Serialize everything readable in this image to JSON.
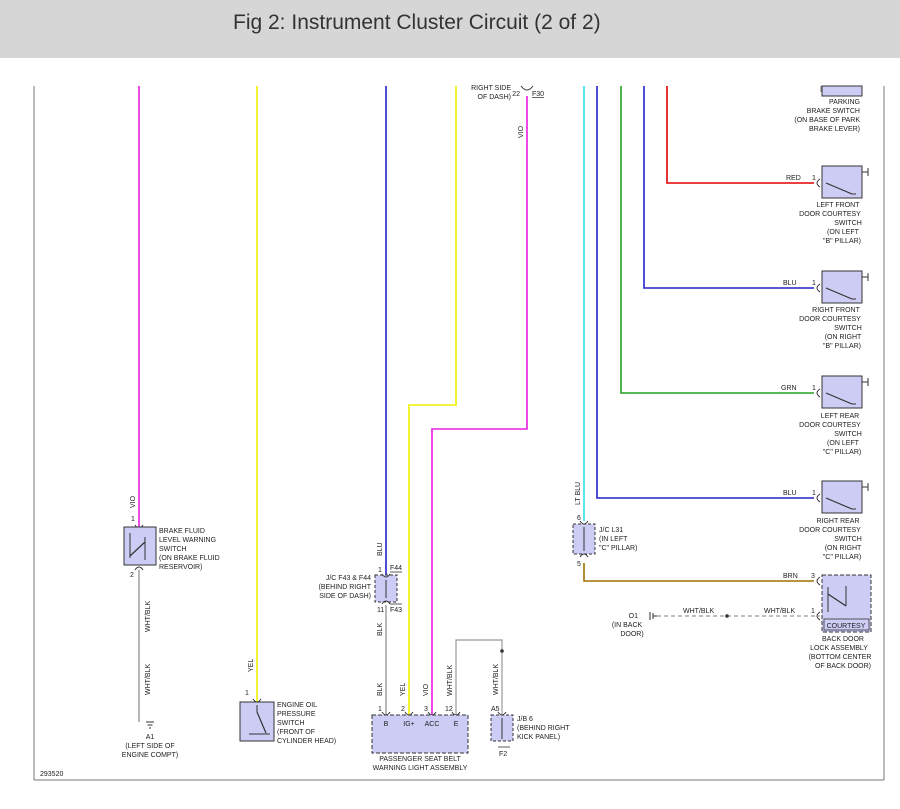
{
  "header": {
    "title": "Fig 2: Instrument Cluster Circuit (2 of 2)"
  },
  "figure_id": "293520",
  "colors": {
    "vio": "#e81ee0",
    "yel": "#f0f000",
    "blu": "#2222cc",
    "red": "#e00000",
    "grn": "#22a022",
    "ltblu": "#2ee0f0",
    "brn": "#a07000",
    "blk": "#888888",
    "gray": "#999999",
    "component_fill": "#ccccf5"
  },
  "labels": {
    "f30_loc_1": "RIGHT SIDE",
    "f30_loc_2": "OF DASH)",
    "f30_pin": "22",
    "f30_conn": "F30",
    "wire_vio_top": "VIO",
    "wire_vio_bfl": "VIO",
    "wire_whtblk_bfl_1": "WHT/BLK",
    "wire_whtblk_bfl_2": "WHT/BLK",
    "wire_yel_oil": "YEL",
    "wire_blu_jc": "BLU",
    "wire_blk_jc": "BLK",
    "wire_blk_psb": "BLK",
    "wire_yel_psb": "YEL",
    "wire_vio_psb": "VIO",
    "wire_whtblk_psb": "WHT/BLK",
    "wire_whtblk_jb": "WHT/BLK",
    "wire_ltblu": "LT BLU",
    "wire_red": "RED",
    "wire_blu_rf": "BLU",
    "wire_grn": "GRN",
    "wire_blu_rr": "BLU",
    "wire_brn": "BRN",
    "wire_whtblk_o1_a": "WHT/BLK",
    "wire_whtblk_o1_b": "WHT/BLK"
  },
  "components": {
    "parking_brake": {
      "lines": [
        "PARKING",
        "BRAKE SWITCH",
        "(ON BASE OF PARK",
        "BRAKE LEVER)"
      ]
    },
    "lf_door": {
      "pin": "1",
      "lines": [
        "LEFT FRONT",
        "DOOR COURTESY",
        "SWITCH",
        "(ON LEFT",
        "\"B\" PILLAR)"
      ]
    },
    "rf_door": {
      "pin": "1",
      "lines": [
        "RIGHT FRONT",
        "DOOR COURTESY",
        "SWITCH",
        "(ON RIGHT",
        "\"B\" PILLAR)"
      ]
    },
    "lr_door": {
      "pin": "1",
      "lines": [
        "LEFT REAR",
        "DOOR COURTESY",
        "SWITCH",
        "(ON LEFT",
        "\"C\" PILLAR)"
      ]
    },
    "rr_door": {
      "pin": "1",
      "lines": [
        "RIGHT REAR",
        "DOOR COURTESY",
        "SWITCH",
        "(ON RIGHT",
        "\"C\" PILLAR)"
      ]
    },
    "back_door": {
      "pin_top": "3",
      "pin_left": "1",
      "inner": "COURTESY",
      "lines": [
        "BACK DOOR",
        "LOCK ASSEMBLY",
        "(BOTTOM CENTER",
        "OF BACK DOOR)"
      ]
    },
    "brake_fluid": {
      "pin_top": "1",
      "pin_bot": "2",
      "lines": [
        "BRAKE FLUID",
        "LEVEL WARNING",
        "SWITCH",
        "(ON BRAKE FLUID",
        "RESERVOIR)"
      ]
    },
    "ground_a1": {
      "id": "A1",
      "lines": [
        "(LEFT SIDE OF",
        "ENGINE COMPT)"
      ]
    },
    "oil_pressure": {
      "pin": "1",
      "lines": [
        "ENGINE OIL",
        "PRESSURE",
        "SWITCH",
        "(FRONT OF",
        "CYLINDER HEAD)"
      ]
    },
    "jc_f43": {
      "pin_top": "1",
      "pin_bot": "11",
      "conn_top": "F44",
      "conn_bot": "F43",
      "lines": [
        "J/C F43 & F44",
        "(BEHIND RIGHT",
        "SIDE OF DASH)"
      ]
    },
    "jc_l31": {
      "pin_top": "6",
      "pin_bot": "5",
      "lines": [
        "J/C L31",
        "(IN LEFT",
        "\"C\" PILLAR)"
      ]
    },
    "ground_o1": {
      "id": "O1",
      "lines": [
        "(IN BACK",
        "DOOR)"
      ]
    },
    "psb": {
      "pins": [
        "1",
        "2",
        "3",
        "12"
      ],
      "terminals": [
        "B",
        "IG+",
        "ACC",
        "E"
      ],
      "lines": [
        "PASSENGER SEAT BELT",
        "WARNING LIGHT ASSEMBLY"
      ]
    },
    "jb6": {
      "pin": "A5",
      "conn": "F2",
      "lines": [
        "J/B 6",
        "(BEHIND RIGHT",
        "KICK PANEL)"
      ]
    }
  }
}
